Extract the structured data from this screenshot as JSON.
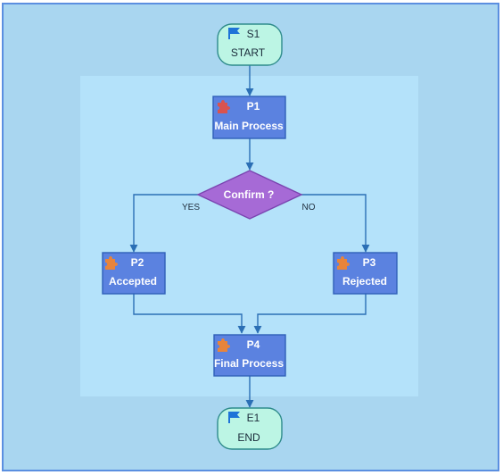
{
  "diagram": {
    "colors": {
      "outer_bg": "#a9d6f0",
      "outer_border": "#5b8fe0",
      "inner_bg": "#b4e2fa",
      "terminal_fill": "#bcf5e4",
      "terminal_stroke": "#2e8b8b",
      "process_fill": "#5b82e0",
      "process_stroke": "#2f5fb8",
      "decision_fill": "#a66ad6",
      "decision_stroke": "#7a44b0",
      "edge": "#2b6fb5",
      "flag_icon": "#1e73d8",
      "process_icon_red": "#d9534f",
      "process_icon_orange": "#e8843a"
    },
    "nodes": {
      "start": {
        "id": "S1",
        "label": "START",
        "icon": "flag-icon"
      },
      "p1": {
        "id": "P1",
        "label": "Main Process",
        "icon": "puzzle-icon"
      },
      "decision": {
        "label": "Confirm ?"
      },
      "p2": {
        "id": "P2",
        "label": "Accepted",
        "icon": "puzzle-icon"
      },
      "p3": {
        "id": "P3",
        "label": "Rejected",
        "icon": "puzzle-icon"
      },
      "p4": {
        "id": "P4",
        "label": "Final Process",
        "icon": "puzzle-icon"
      },
      "end": {
        "id": "E1",
        "label": "END",
        "icon": "flag-icon"
      }
    },
    "edge_labels": {
      "yes": "YES",
      "no": "NO"
    }
  }
}
